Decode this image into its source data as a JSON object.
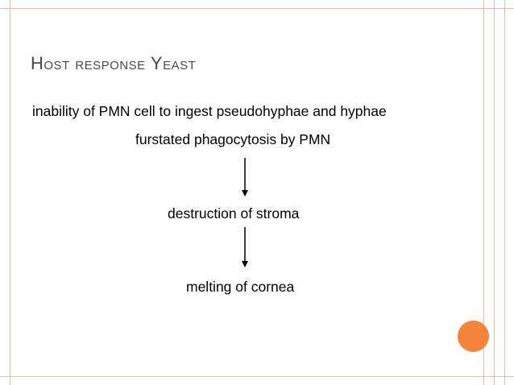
{
  "slide": {
    "title": "Host response Yeast",
    "lines": [
      "inability of PMN cell to ingest pseudohyphae  and hyphae",
      "furstated phagocytosis by PMN",
      "destruction  of stroma",
      "melting of cornea"
    ]
  },
  "colors": {
    "frame": "#f2b8a6",
    "title": "#4a4a4a",
    "accent_circle": "#f4843a"
  },
  "icons": [
    "down-arrow-icon",
    "down-arrow-icon"
  ]
}
